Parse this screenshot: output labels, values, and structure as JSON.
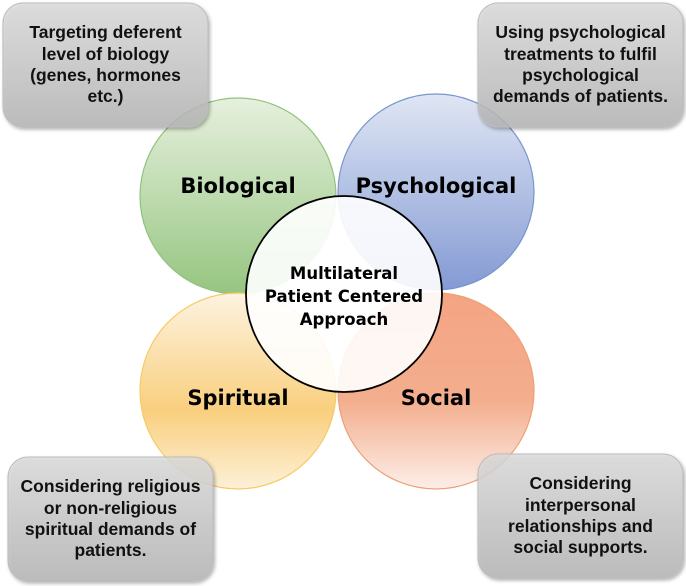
{
  "center": {
    "lines": [
      "Multilateral",
      "Patient Centered",
      "Approach"
    ]
  },
  "circles": [
    {
      "id": "biological",
      "label": "Biological",
      "color_top": "#e6f0dd",
      "color_bottom": "#93c47d",
      "stroke": "#8fc17a"
    },
    {
      "id": "psychological",
      "label": "Psychological",
      "color_top": "#dfe5f4",
      "color_bottom": "#7d95d1",
      "stroke": "#7090cc"
    },
    {
      "id": "spiritual",
      "label": "Spiritual",
      "color_top": "#fdf3e0",
      "color_bottom": "#f9cd78",
      "stroke": "#f6c95b"
    },
    {
      "id": "social",
      "label": "Social",
      "color_top": "#f4a481",
      "color_bottom": "#fbe6dd",
      "stroke": "#ef9a6d"
    }
  ],
  "boxes": [
    {
      "id": "biological-note",
      "lines": [
        "Targeting deferent",
        "level of biology",
        "(genes, hormones",
        "etc.)"
      ]
    },
    {
      "id": "psychological-note",
      "lines": [
        "Using psychological",
        "treatments to fulfil",
        "psychological",
        "demands of patients."
      ]
    },
    {
      "id": "spiritual-note",
      "lines": [
        "Considering religious",
        "or non-religious",
        "spiritual demands of",
        "patients."
      ]
    },
    {
      "id": "social-note",
      "lines": [
        "Considering",
        "interpersonal",
        "relationships and",
        "social supports."
      ]
    }
  ],
  "colors": {
    "box_fill_top": "#d9d9d9",
    "box_fill_bottom": "#b3b3b3",
    "box_stroke": "#bcbcbc",
    "center_fill": "#ffffff",
    "center_stroke": "#000000"
  }
}
